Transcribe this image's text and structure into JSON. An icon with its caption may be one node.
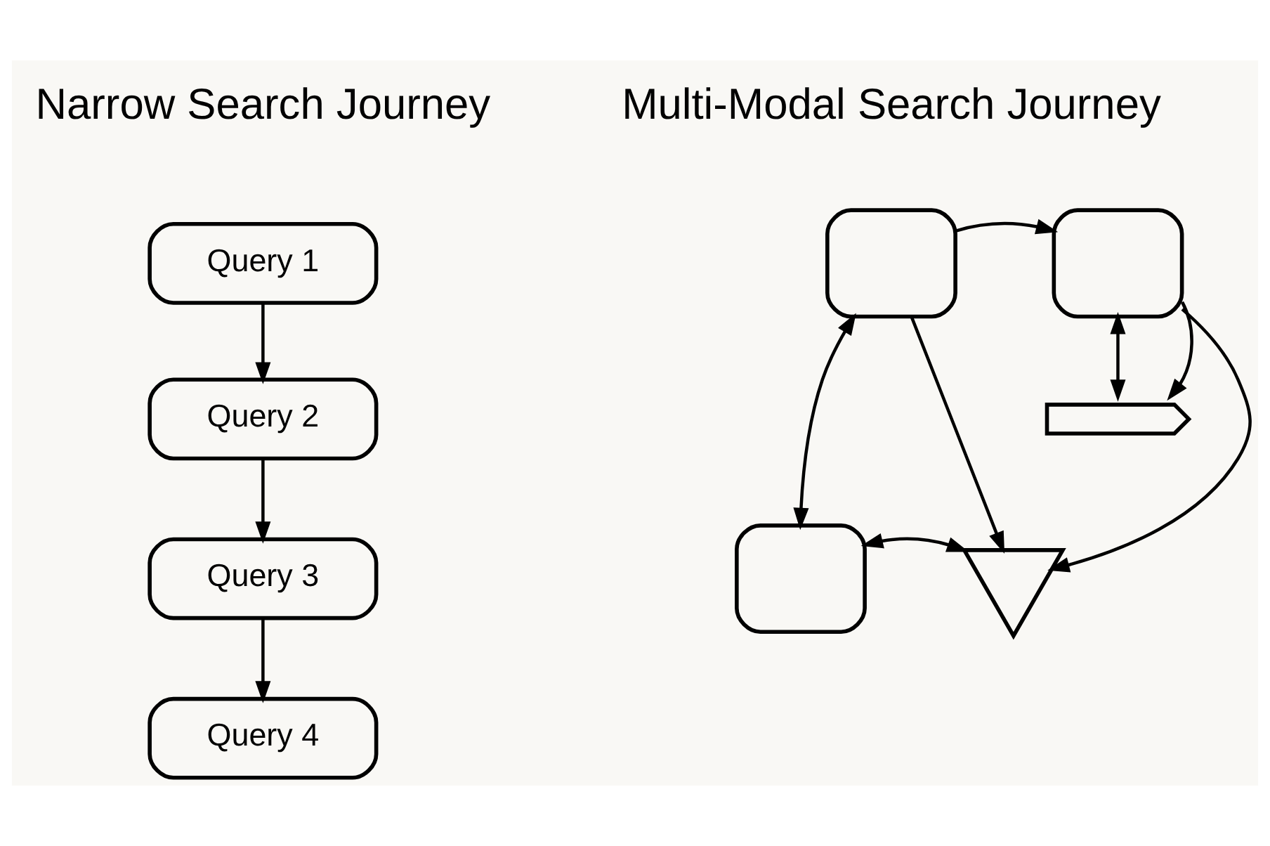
{
  "diagram": {
    "nodes": [
      {
        "text": [
          "Query 1"
        ]
      },
      {
        "text": [
          "Query 2"
        ]
      },
      {
        "text": [
          "Query 3"
        ]
      },
      {
        "text": [
          "Query 4"
        ]
      },
      {
        "text": [],
        "shape": "box"
      },
      {
        "text": [],
        "shape": "box"
      },
      {
        "text": [],
        "shape": "wave"
      },
      {
        "text": [],
        "shape": "pin"
      },
      {
        "text": [],
        "shape": "box"
      }
    ],
    "edges": [
      {
        "from": 0,
        "to": 1,
        "arrow": "to"
      },
      {
        "from": 1,
        "to": 2,
        "arrow": "to"
      },
      {
        "from": 2,
        "to": 3,
        "arrow": "to"
      },
      {
        "from": 4,
        "to": 5,
        "arrow": "to"
      },
      {
        "from": 4,
        "to": 7,
        "arrow": "to"
      },
      {
        "from": 5,
        "to": 6,
        "arrow": "both"
      },
      {
        "from": 5,
        "to": 6,
        "arrow": "to"
      },
      {
        "from": 5,
        "to": 7,
        "arrow": "to"
      },
      {
        "from": 4,
        "to": 8,
        "arrow": "both"
      },
      {
        "from": 8,
        "to": 7,
        "arrow": "both"
      }
    ],
    "labels": [
      "Narrow Search Journey",
      "Multi-Modal Search Journey"
    ]
  }
}
